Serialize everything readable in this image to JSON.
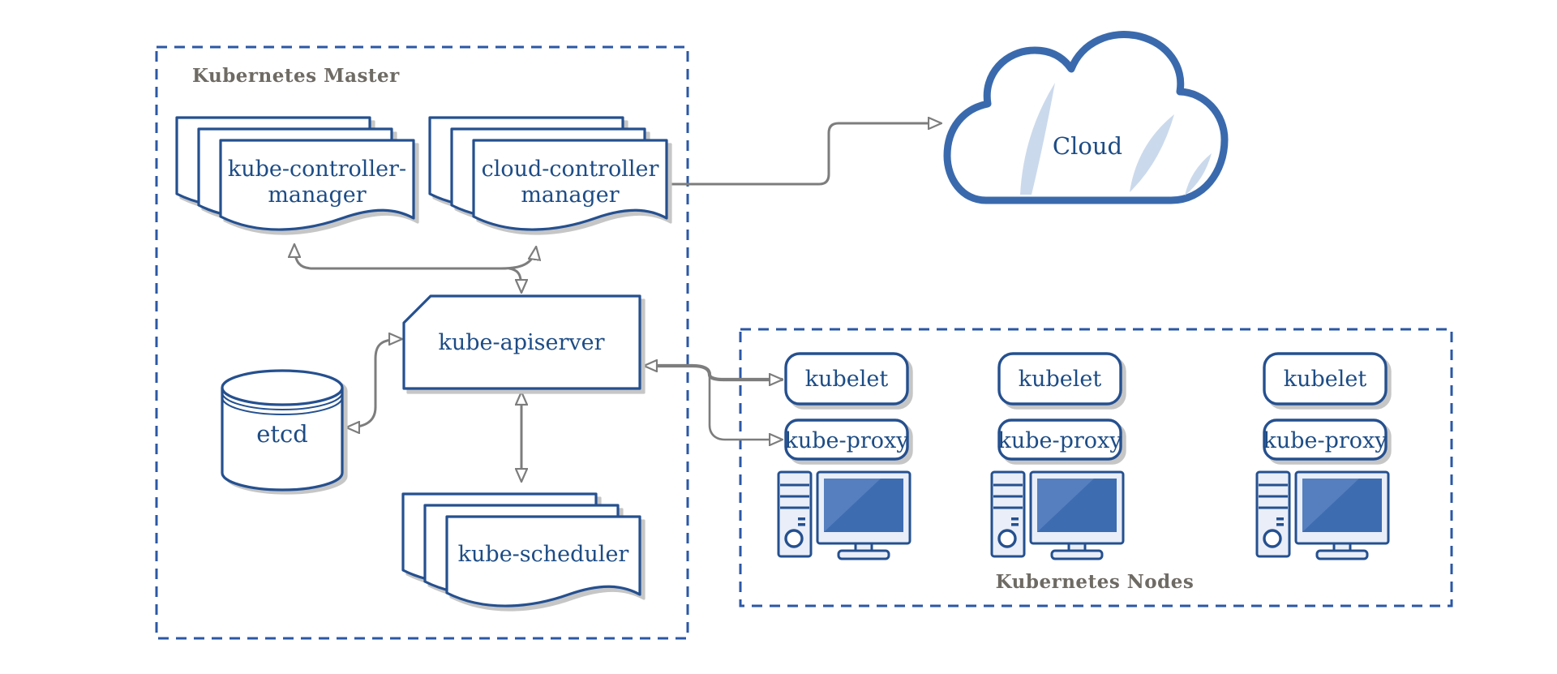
{
  "colors": {
    "shape_stroke": "#25508f",
    "dash_stroke": "#2b57a5",
    "text_blue": "#1d4c85",
    "label_gray": "#6e6a64",
    "arrow_gray": "#7d7d7d",
    "cloud_stroke": "#3a6aad",
    "crescent_blue": "#cbd9ec",
    "shadow_gray": "#c6c6c6",
    "device_fill": "#e9eef8",
    "screen_blue": "#3d6cb0",
    "screen_highlight": "#5d86c4"
  },
  "master": {
    "label": "Kubernetes Master",
    "kube_controller_manager": {
      "line1": "kube-controller-",
      "line2": "manager"
    },
    "cloud_controller_manager": {
      "line1": "cloud-controller",
      "line2": "manager"
    },
    "kube_apiserver": "kube-apiserver",
    "etcd": "etcd",
    "kube_scheduler": "kube-scheduler"
  },
  "cloud": {
    "label": "Cloud"
  },
  "nodes": {
    "label": "Kubernetes Nodes",
    "columns": [
      {
        "kubelet": "kubelet",
        "kube_proxy": "kube-proxy"
      },
      {
        "kubelet": "kubelet",
        "kube_proxy": "kube-proxy"
      },
      {
        "kubelet": "kubelet",
        "kube_proxy": "kube-proxy"
      }
    ]
  }
}
